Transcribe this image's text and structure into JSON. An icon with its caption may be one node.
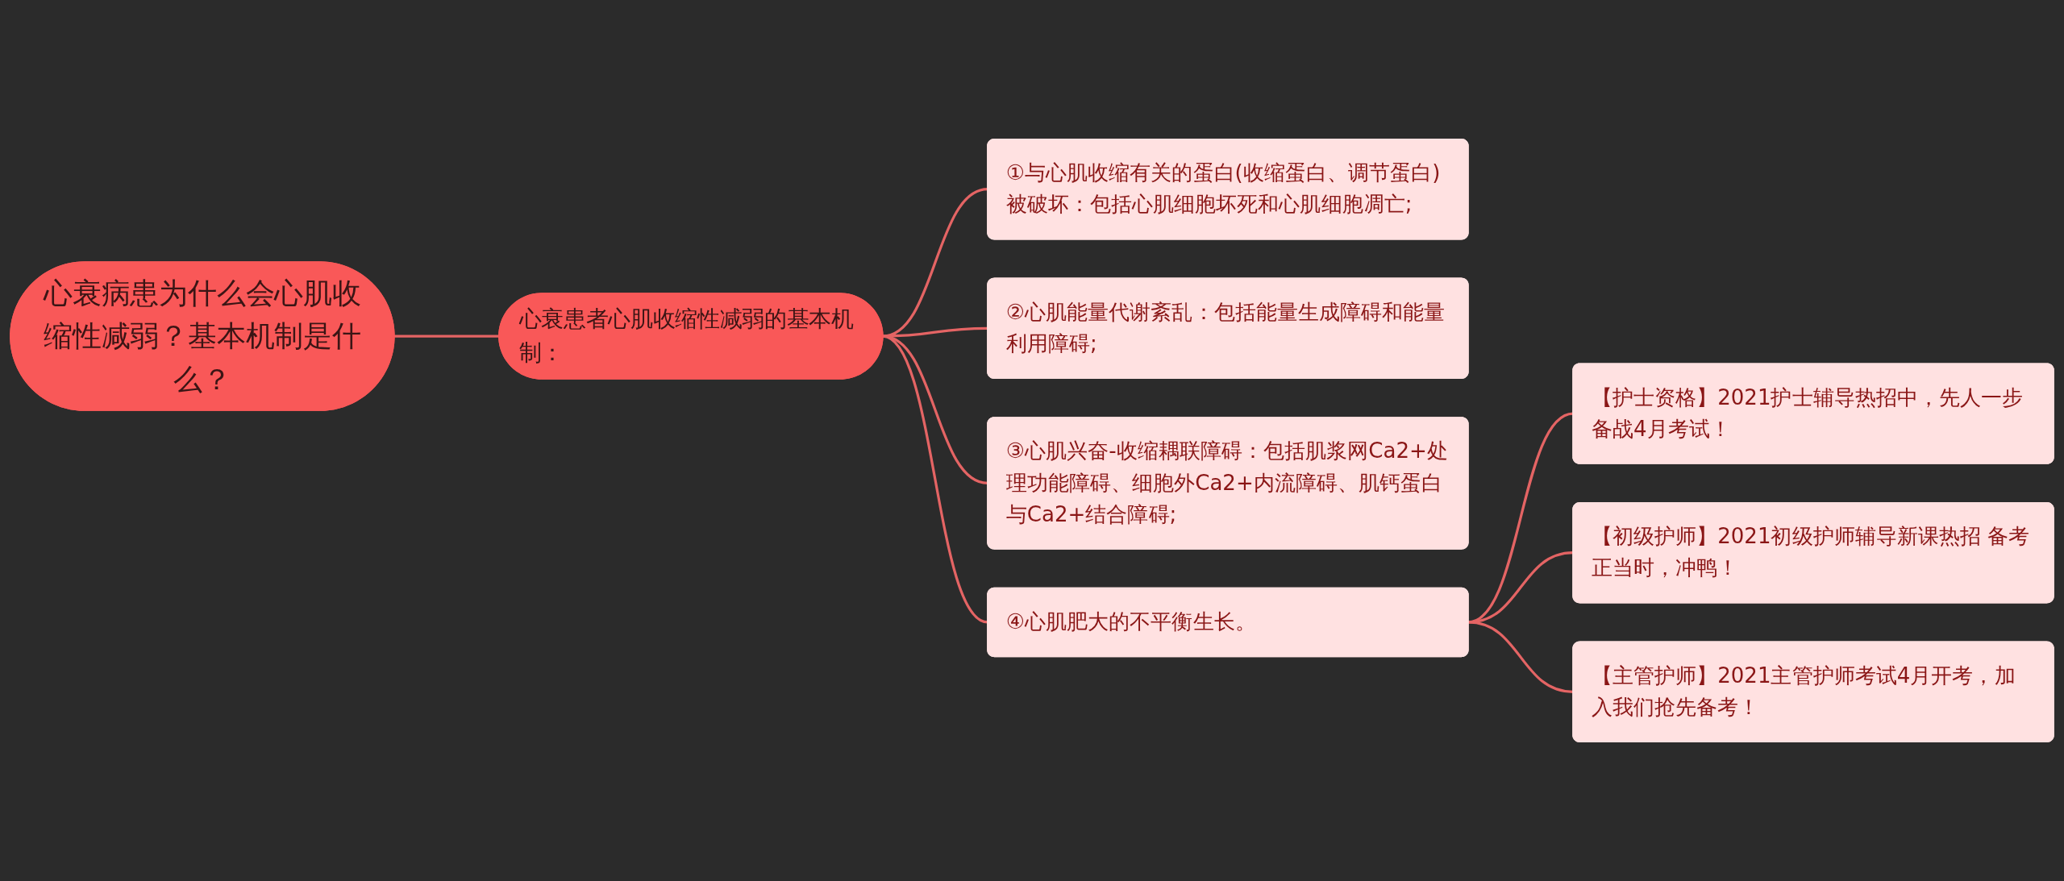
{
  "diagram": {
    "nodes": [
      {
        "text": [
          "心衰病患为什么会心肌收缩性减弱？基本机制是什么？"
        ]
      },
      {
        "text": [
          "心衰患者心肌收缩性减弱的基本机制："
        ]
      },
      {
        "text": [
          "①与心肌收缩有关的蛋白(收缩蛋白、调节蛋白)被破坏：包括心肌细胞坏死和心肌细胞凋亡;"
        ]
      },
      {
        "text": [
          "②心肌能量代谢紊乱：包括能量生成障碍和能量利用障碍;"
        ]
      },
      {
        "text": [
          "③心肌兴奋-收缩耦联障碍：包括肌浆网Ca2+处理功能障碍、细胞外Ca2+内流障碍、肌钙蛋白与Ca2+结合障碍;"
        ]
      },
      {
        "text": [
          "④心肌肥大的不平衡生长。"
        ]
      },
      {
        "text": [
          "【护士资格】2021护士辅导热招中，先人一步备战4月考试！"
        ]
      },
      {
        "text": [
          "【初级护师】2021初级护师辅导新课热招 备考正当时，冲鸭！"
        ]
      },
      {
        "text": [
          "【主管护师】2021主管护师考试4月开考，加入我们抢先备考！"
        ]
      }
    ],
    "edges": [
      {
        "from": 0,
        "to": 1,
        "arrow": "none"
      },
      {
        "from": 1,
        "to": 2,
        "arrow": "none"
      },
      {
        "from": 1,
        "to": 3,
        "arrow": "none"
      },
      {
        "from": 1,
        "to": 4,
        "arrow": "none"
      },
      {
        "from": 1,
        "to": 5,
        "arrow": "none"
      },
      {
        "from": 5,
        "to": 6,
        "arrow": "none"
      },
      {
        "from": 5,
        "to": 7,
        "arrow": "none"
      },
      {
        "from": 5,
        "to": 8,
        "arrow": "none"
      }
    ]
  }
}
